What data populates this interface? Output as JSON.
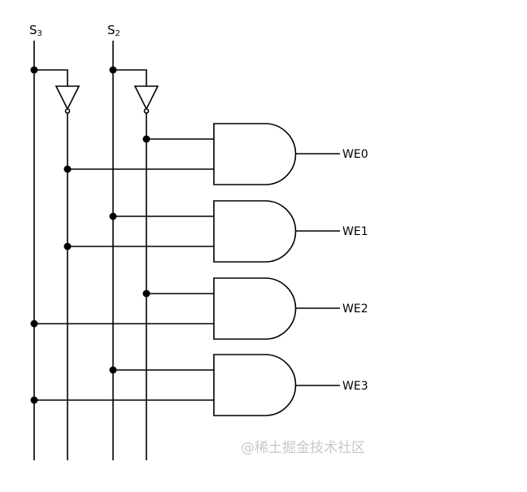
{
  "inputs": [
    {
      "name": "S",
      "sub": "3"
    },
    {
      "name": "S",
      "sub": "2"
    }
  ],
  "outputs": [
    "WE0",
    "WE1",
    "WE2",
    "WE3"
  ],
  "watermark": "@稀土掘金技术社区"
}
